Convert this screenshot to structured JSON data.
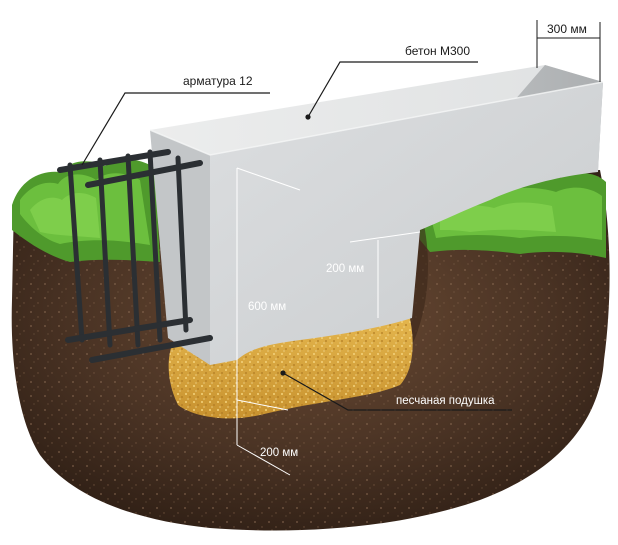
{
  "labels": {
    "concrete": "бетон М300",
    "rebar": "арматура 12",
    "width": "300 мм",
    "height_total": "600 мм",
    "height_above": "200 мм",
    "sand_bed": "песчаная подушка",
    "sand_depth": "200 мм"
  },
  "colors": {
    "soil": "#4a3324",
    "grass": "#5fa83a",
    "concrete_front": "#d8dadc",
    "concrete_top": "#e9eaec",
    "sand": "#d9a63f",
    "rebar": "#2b2f33",
    "pointer": "#1a1a1a"
  }
}
